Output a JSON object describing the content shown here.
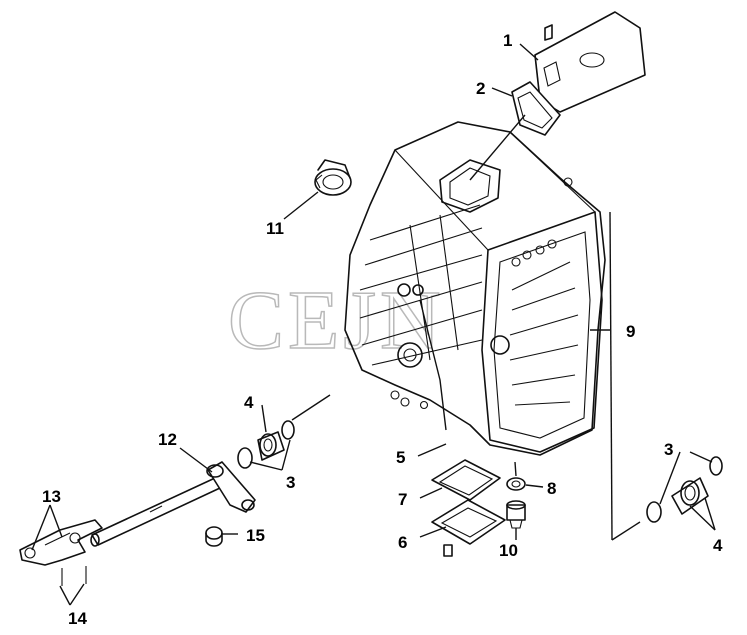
{
  "watermark": "CEJN",
  "callouts": [
    "1",
    "2",
    "3",
    "4",
    "5",
    "6",
    "7",
    "8",
    "9",
    "10",
    "11",
    "12",
    "13",
    "14",
    "15"
  ]
}
